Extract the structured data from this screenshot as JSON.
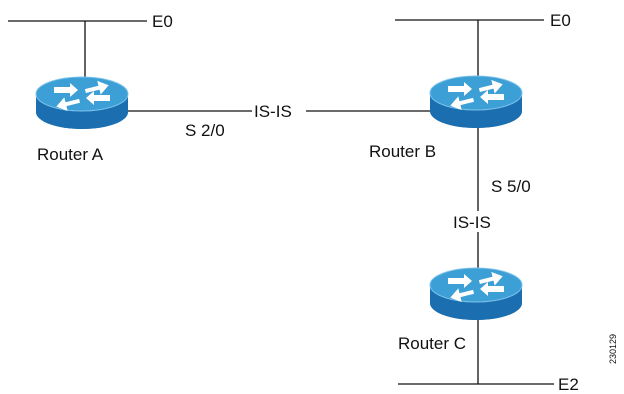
{
  "colors": {
    "router_top": "#3c9fd6",
    "router_side": "#1b6fb0",
    "router_arrow": "#ffffff",
    "wire": "#111111"
  },
  "icons": {
    "router": "router-icon"
  },
  "routers": {
    "a": {
      "label": "Router A"
    },
    "b": {
      "label": "Router B"
    },
    "c": {
      "label": "Router C"
    }
  },
  "interfaces": {
    "a_ethernet": "E0",
    "b_ethernet": "E0",
    "c_ethernet": "E2",
    "a_serial": "S 2/0",
    "b_serial": "S 5/0"
  },
  "links": {
    "ab_protocol": "IS-IS",
    "bc_protocol": "IS-IS"
  },
  "figure_id": "230129"
}
